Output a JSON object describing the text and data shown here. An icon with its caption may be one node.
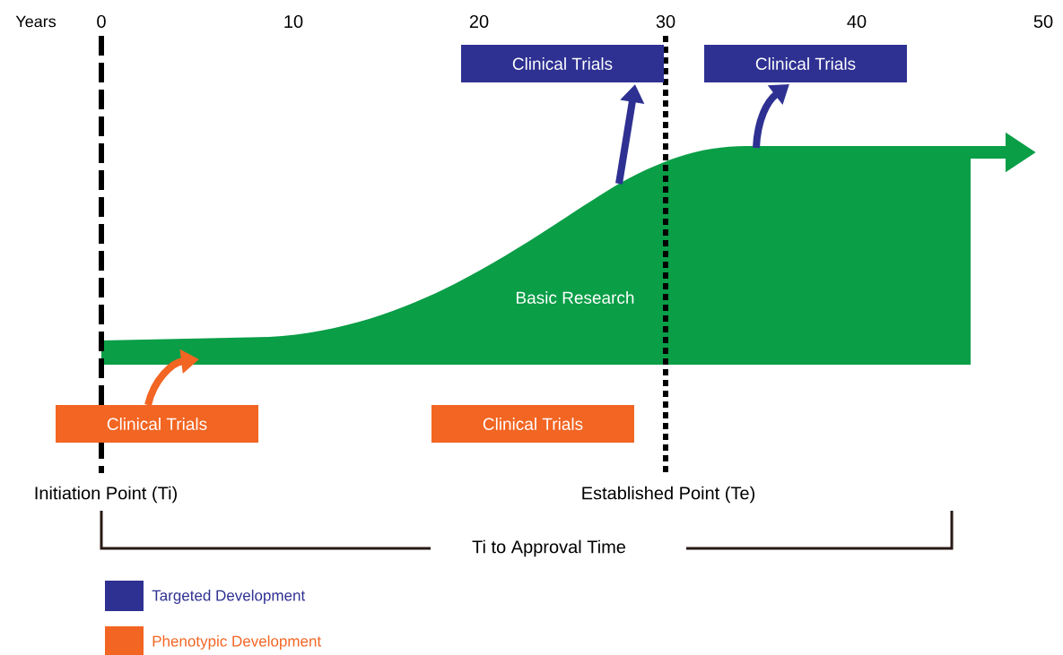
{
  "diagram": {
    "nodes": [
      {
        "text": [
          "Basic Research"
        ]
      },
      {
        "text": [
          "Clinical Trials"
        ]
      },
      {
        "text": [
          "Clinical Trials"
        ]
      },
      {
        "text": [
          "Clinical Trials"
        ]
      },
      {
        "text": [
          "Clinical Trials"
        ]
      }
    ],
    "edges": [
      {
        "from": 0,
        "to": 1,
        "arrow": "to",
        "color": "#2e3192"
      },
      {
        "from": 0,
        "to": 2,
        "arrow": "to",
        "color": "#2e3192"
      },
      {
        "from": 3,
        "to": 0,
        "arrow": "to",
        "color": "#f26522"
      }
    ],
    "labels": [
      "Years",
      "0",
      "10",
      "20",
      "30",
      "40",
      "50",
      "Initiation Point (Ti)",
      "Established Point (Te)",
      "Ti to Approval Time"
    ],
    "legend": [
      {
        "text": "Targeted Development",
        "color": "#2e3192"
      },
      {
        "text": "Phenotypic Development",
        "color": "#f26522"
      }
    ]
  }
}
